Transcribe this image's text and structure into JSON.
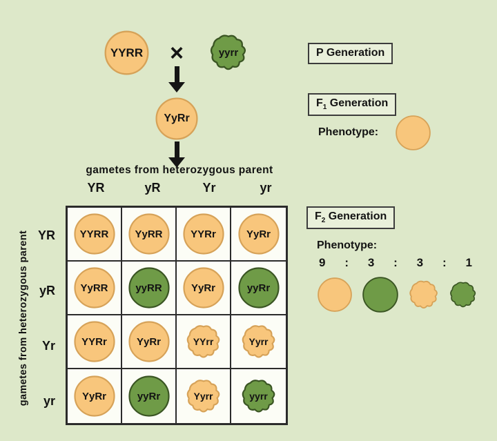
{
  "colors": {
    "background": "#dde8c9",
    "cell_background": "#fcfdf6",
    "grid_line": "#2b2b2b",
    "box_background": "#e9f0da",
    "box_border": "#3c3c3c",
    "text": "#131313",
    "yellow_fill": "#f8c67c",
    "yellow_stroke": "#d6a258",
    "green_fill": "#6f9b47",
    "green_stroke": "#3a5523"
  },
  "p_generation": {
    "box_label": "P Generation",
    "cross_symbol": "×",
    "parent1": {
      "genotype": "YYRR",
      "color": "yellow",
      "texture": "round"
    },
    "parent2": {
      "genotype": "yyrr",
      "color": "green",
      "texture": "wrinkled"
    }
  },
  "f1": {
    "box_f": "F",
    "box_sub": "1",
    "box_rest": " Generation",
    "hybrid": {
      "genotype": "YyRr",
      "color": "yellow",
      "texture": "round"
    },
    "phenotype_label": "Phenotype:",
    "phenotype_pea": {
      "color": "yellow",
      "texture": "round"
    }
  },
  "f2": {
    "box_f": "F",
    "box_sub": "2",
    "box_rest": " Generation",
    "phenotype_label": "Phenotype:",
    "ratio": [
      "9",
      ":",
      "3",
      ":",
      "3",
      ":",
      "1"
    ],
    "phenotype_peas": [
      {
        "name": "yellow-round-pea",
        "color": "yellow",
        "texture": "round"
      },
      {
        "name": "green-round-pea",
        "color": "green",
        "texture": "round"
      },
      {
        "name": "yellow-wrinkled-pea",
        "color": "yellow",
        "texture": "wrinkled"
      },
      {
        "name": "green-wrinkled-pea",
        "color": "green",
        "texture": "wrinkled"
      }
    ]
  },
  "punnett": {
    "axis_top": "gametes from heterozygous parent",
    "axis_left": "gametes from heterozygous parent",
    "col_headers": [
      "YR",
      "yR",
      "Yr",
      "yr"
    ],
    "row_headers": [
      "YR",
      "yR",
      "Yr",
      "yr"
    ],
    "rows": [
      [
        {
          "genotype": "YYRR",
          "color": "yellow",
          "texture": "round"
        },
        {
          "genotype": "YyRR",
          "color": "yellow",
          "texture": "round"
        },
        {
          "genotype": "YYRr",
          "color": "yellow",
          "texture": "round"
        },
        {
          "genotype": "YyRr",
          "color": "yellow",
          "texture": "round"
        }
      ],
      [
        {
          "genotype": "YyRR",
          "color": "yellow",
          "texture": "round"
        },
        {
          "genotype": "yyRR",
          "color": "green",
          "texture": "round"
        },
        {
          "genotype": "YyRr",
          "color": "yellow",
          "texture": "round"
        },
        {
          "genotype": "yyRr",
          "color": "green",
          "texture": "round"
        }
      ],
      [
        {
          "genotype": "YYRr",
          "color": "yellow",
          "texture": "round"
        },
        {
          "genotype": "YyRr",
          "color": "yellow",
          "texture": "round"
        },
        {
          "genotype": "YYrr",
          "color": "yellow",
          "texture": "wrinkled"
        },
        {
          "genotype": "Yyrr",
          "color": "yellow",
          "texture": "wrinkled"
        }
      ],
      [
        {
          "genotype": "YyRr",
          "color": "yellow",
          "texture": "round"
        },
        {
          "genotype": "yyRr",
          "color": "green",
          "texture": "round"
        },
        {
          "genotype": "Yyrr",
          "color": "yellow",
          "texture": "wrinkled"
        },
        {
          "genotype": "yyrr",
          "color": "green",
          "texture": "wrinkled"
        }
      ]
    ]
  }
}
